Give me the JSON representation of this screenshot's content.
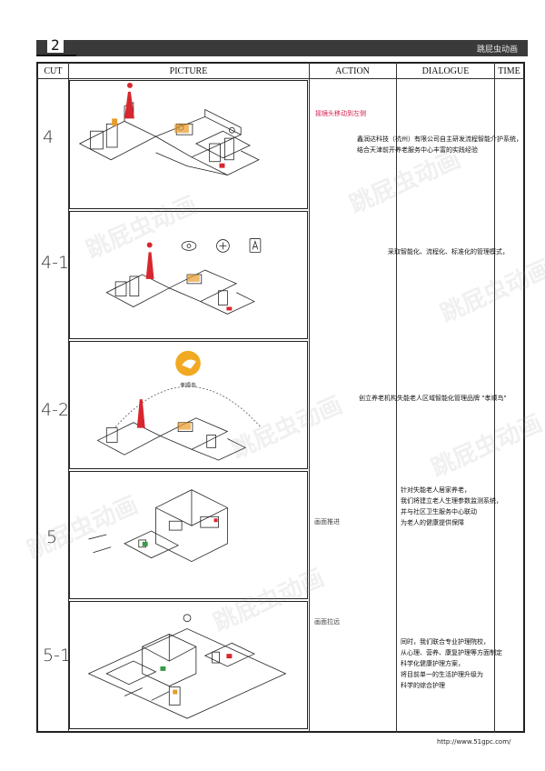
{
  "page": {
    "number": "2",
    "brand": "跳屁虫动画",
    "url": "http://www.51gpc.com/"
  },
  "columns": {
    "cut": "CUT",
    "picture": "PICTURE",
    "action": "ACTION",
    "dialogue": "DIALOGUE",
    "time": "TIME"
  },
  "rows": [
    {
      "cut": "4",
      "action": "摇镜头移动到左侧",
      "dialogue": [
        "鑫润达科技（杭州）有限公司自主研发流程智能介护系统，",
        "结合天津前开养老服务中心丰富的实践经验"
      ]
    },
    {
      "cut": "4-1",
      "action": "",
      "dialogue": [
        "采取智能化、流程化、标准化的管理模式，"
      ]
    },
    {
      "cut": "4-2",
      "action": "",
      "logo_text": "孝顺鸟",
      "dialogue": [
        "创立养老机构失能老人区域智能化管理品牌 \"孝顺鸟\""
      ]
    },
    {
      "cut": "5",
      "action": "画面推进",
      "dialogue": [
        "针对失能老人居家养老，",
        "我们将建立老人生理参数监测系统，",
        "并与社区卫生服务中心联动",
        "为老人的健康提供保障"
      ]
    },
    {
      "cut": "5-1",
      "action": "画面拉远",
      "dialogue": [
        "同时，我们联合专业护理院校，",
        "从心理、营养、康复护理等方面制定",
        "科学化健康护理方案，",
        "将目前单一的生活护理升级为",
        "科学的综合护理"
      ]
    }
  ],
  "watermark": "跳屁虫动画"
}
